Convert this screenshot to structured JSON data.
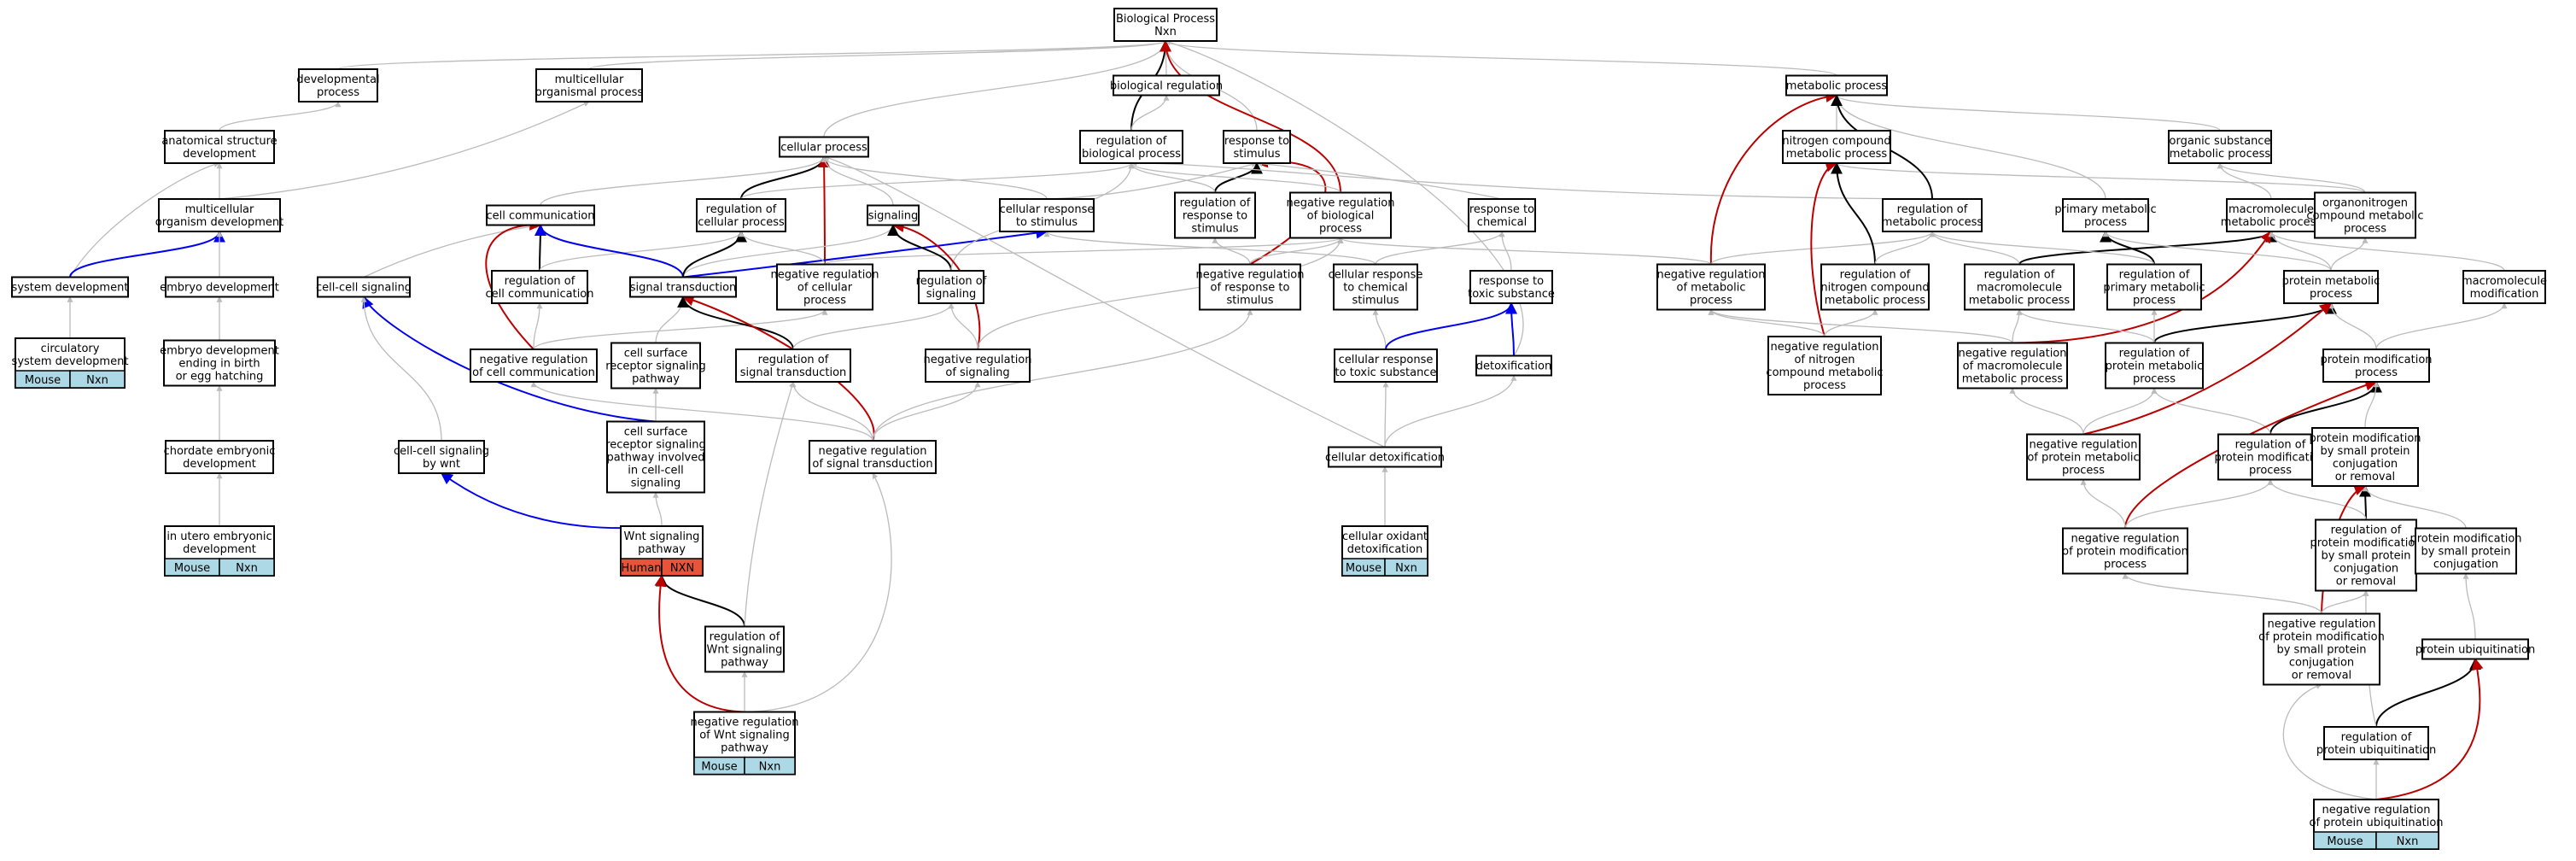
{
  "colors": {
    "is_a": "#bbbbbb",
    "part_of": "#000000",
    "regulates": "#0000ee",
    "negatively_regulates": "#bb0000",
    "mouse_tag": "#add8e6",
    "human_tag": "#e8543a"
  },
  "nodes": [
    {
      "id": "bp",
      "lines": [
        "Biological Process",
        "Nxn"
      ]
    },
    {
      "id": "devp",
      "lines": [
        "developmental",
        "process"
      ]
    },
    {
      "id": "mop",
      "lines": [
        "multicellular",
        "organismal process"
      ]
    },
    {
      "id": "biolreg",
      "lines": [
        "biological regulation"
      ]
    },
    {
      "id": "metab",
      "lines": [
        "metabolic process"
      ]
    },
    {
      "id": "asd",
      "lines": [
        "anatomical structure",
        "development"
      ]
    },
    {
      "id": "cellproc",
      "lines": [
        "cellular process"
      ]
    },
    {
      "id": "regbio",
      "lines": [
        "regulation of",
        "biological process"
      ]
    },
    {
      "id": "resp",
      "lines": [
        "response to",
        "stimulus"
      ]
    },
    {
      "id": "ncmp",
      "lines": [
        "nitrogen compound",
        "metabolic process"
      ]
    },
    {
      "id": "osmp",
      "lines": [
        "organic substance",
        "metabolic process"
      ]
    },
    {
      "id": "mod",
      "lines": [
        "multicellular",
        "organism development"
      ]
    },
    {
      "id": "cellcomm",
      "lines": [
        "cell communication"
      ]
    },
    {
      "id": "regcp",
      "lines": [
        "regulation of",
        "cellular process"
      ]
    },
    {
      "id": "signaling",
      "lines": [
        "signaling"
      ]
    },
    {
      "id": "crs",
      "lines": [
        "cellular response",
        "to stimulus"
      ]
    },
    {
      "id": "regresp",
      "lines": [
        "regulation of",
        "response to",
        "stimulus"
      ]
    },
    {
      "id": "nrbp",
      "lines": [
        "negative regulation",
        "of biological",
        "process"
      ]
    },
    {
      "id": "rtc",
      "lines": [
        "response to",
        "chemical"
      ]
    },
    {
      "id": "regmp",
      "lines": [
        "regulation of",
        "metabolic process"
      ]
    },
    {
      "id": "pmp",
      "lines": [
        "primary metabolic",
        "process"
      ]
    },
    {
      "id": "macromp",
      "lines": [
        "macromolecule",
        "metabolic process"
      ]
    },
    {
      "id": "ocmp",
      "lines": [
        "organonitrogen",
        "compound metabolic",
        "process"
      ]
    },
    {
      "id": "sysdev",
      "lines": [
        "system development"
      ]
    },
    {
      "id": "embdev",
      "lines": [
        "embryo development"
      ]
    },
    {
      "id": "ccsig",
      "lines": [
        "cell-cell signaling"
      ]
    },
    {
      "id": "regcc",
      "lines": [
        "regulation of",
        "cell communication"
      ]
    },
    {
      "id": "sigtrans",
      "lines": [
        "signal transduction"
      ]
    },
    {
      "id": "nrcp",
      "lines": [
        "negative regulation",
        "of cellular",
        "process"
      ]
    },
    {
      "id": "regsig",
      "lines": [
        "regulation of",
        "signaling"
      ]
    },
    {
      "id": "nrrs",
      "lines": [
        "negative regulation",
        "of response to",
        "stimulus"
      ]
    },
    {
      "id": "crcs",
      "lines": [
        "cellular response",
        "to chemical",
        "stimulus"
      ]
    },
    {
      "id": "rtts",
      "lines": [
        "response to",
        "toxic substance"
      ]
    },
    {
      "id": "nrmp",
      "lines": [
        "negative regulation",
        "of metabolic",
        "process"
      ]
    },
    {
      "id": "regncmp",
      "lines": [
        "regulation of",
        "nitrogen compound",
        "metabolic process"
      ]
    },
    {
      "id": "regmmp",
      "lines": [
        "regulation of",
        "macromolecule",
        "metabolic process"
      ]
    },
    {
      "id": "regpmp",
      "lines": [
        "regulation of",
        "primary metabolic",
        "process"
      ]
    },
    {
      "id": "protmp",
      "lines": [
        "protein metabolic",
        "process"
      ]
    },
    {
      "id": "mmod",
      "lines": [
        "macromolecule",
        "modification"
      ]
    },
    {
      "id": "csd",
      "lines": [
        "circulatory",
        "system development"
      ],
      "tags": [
        {
          "label": "Mouse",
          "kind": "mouse"
        },
        {
          "label": "Nxn",
          "kind": "mouse"
        }
      ]
    },
    {
      "id": "edeb",
      "lines": [
        "embryo development",
        "ending in birth",
        "or egg hatching"
      ]
    },
    {
      "id": "nrcc",
      "lines": [
        "negative regulation",
        "of cell communication"
      ]
    },
    {
      "id": "csrsp",
      "lines": [
        "cell surface",
        "receptor signaling",
        "pathway"
      ]
    },
    {
      "id": "regst",
      "lines": [
        "regulation of",
        "signal transduction"
      ]
    },
    {
      "id": "nrsig",
      "lines": [
        "negative regulation",
        "of signaling"
      ]
    },
    {
      "id": "crts",
      "lines": [
        "cellular response",
        "to toxic substance"
      ]
    },
    {
      "id": "detox",
      "lines": [
        "detoxification"
      ]
    },
    {
      "id": "nrncmp",
      "lines": [
        "negative regulation",
        "of nitrogen",
        "compound metabolic",
        "process"
      ]
    },
    {
      "id": "nrmmp",
      "lines": [
        "negative regulation",
        "of macromolecule",
        "metabolic process"
      ]
    },
    {
      "id": "regprotmp",
      "lines": [
        "regulation of",
        "protein metabolic",
        "process"
      ]
    },
    {
      "id": "pmodp",
      "lines": [
        "protein modification",
        "process"
      ]
    },
    {
      "id": "ced",
      "lines": [
        "chordate embryonic",
        "development"
      ]
    },
    {
      "id": "ccswnt",
      "lines": [
        "cell-cell signaling",
        "by wnt"
      ]
    },
    {
      "id": "csrspcc",
      "lines": [
        "cell surface",
        "receptor signaling",
        "pathway involved",
        "in cell-cell",
        "signaling"
      ]
    },
    {
      "id": "nrst",
      "lines": [
        "negative regulation",
        "of signal transduction"
      ]
    },
    {
      "id": "celldetox",
      "lines": [
        "cellular detoxification"
      ]
    },
    {
      "id": "nrprotmp",
      "lines": [
        "negative regulation",
        "of protein metabolic",
        "process"
      ]
    },
    {
      "id": "regpmodp",
      "lines": [
        "regulation of",
        "protein modification",
        "process"
      ]
    },
    {
      "id": "pmcr",
      "lines": [
        "protein modification",
        "by small protein",
        "conjugation",
        "or removal"
      ]
    },
    {
      "id": "iued",
      "lines": [
        "in utero embryonic",
        "development"
      ],
      "tags": [
        {
          "label": "Mouse",
          "kind": "mouse"
        },
        {
          "label": "Nxn",
          "kind": "mouse"
        }
      ]
    },
    {
      "id": "wnt",
      "lines": [
        "Wnt signaling",
        "pathway"
      ],
      "tags": [
        {
          "label": "Human",
          "kind": "human"
        },
        {
          "label": "NXN",
          "kind": "human"
        }
      ]
    },
    {
      "id": "cod",
      "lines": [
        "cellular oxidant",
        "detoxification"
      ],
      "tags": [
        {
          "label": "Mouse",
          "kind": "mouse"
        },
        {
          "label": "Nxn",
          "kind": "mouse"
        }
      ]
    },
    {
      "id": "nrpmodp",
      "lines": [
        "negative regulation",
        "of protein modification",
        "process"
      ]
    },
    {
      "id": "regpmcr",
      "lines": [
        "regulation of",
        "protein modification",
        "by small protein",
        "conjugation",
        "or removal"
      ]
    },
    {
      "id": "pmspc",
      "lines": [
        "protein modification",
        "by small protein",
        "conjugation"
      ]
    },
    {
      "id": "regwnt",
      "lines": [
        "regulation of",
        "Wnt signaling",
        "pathway"
      ]
    },
    {
      "id": "nrpmcr",
      "lines": [
        "negative regulation",
        "of protein modification",
        "by small protein",
        "conjugation",
        "or removal"
      ]
    },
    {
      "id": "pubiq",
      "lines": [
        "protein ubiquitination"
      ]
    },
    {
      "id": "nrwnt",
      "lines": [
        "negative regulation",
        "of Wnt signaling",
        "pathway"
      ],
      "tags": [
        {
          "label": "Mouse",
          "kind": "mouse"
        },
        {
          "label": "Nxn",
          "kind": "mouse"
        }
      ]
    },
    {
      "id": "regpubiq",
      "lines": [
        "regulation of",
        "protein ubiquitination"
      ]
    },
    {
      "id": "nrpubiq",
      "lines": [
        "negative regulation",
        "of protein ubiquitination"
      ],
      "tags": [
        {
          "label": "Mouse",
          "kind": "mouse"
        },
        {
          "label": "Nxn",
          "kind": "mouse"
        }
      ]
    }
  ],
  "edges": [
    [
      "devp",
      "bp",
      "is_a"
    ],
    [
      "mop",
      "bp",
      "is_a"
    ],
    [
      "biolreg",
      "bp",
      "is_a"
    ],
    [
      "metab",
      "bp",
      "is_a"
    ],
    [
      "cellproc",
      "bp",
      "is_a"
    ],
    [
      "regbio",
      "bp",
      "part_of"
    ],
    [
      "resp",
      "bp",
      "is_a"
    ],
    [
      "nrbp",
      "bp",
      "negatively_regulates"
    ],
    [
      "detox",
      "bp",
      "is_a"
    ],
    [
      "regbio",
      "biolreg",
      "is_a"
    ],
    [
      "asd",
      "devp",
      "is_a"
    ],
    [
      "mod",
      "mop",
      "is_a"
    ],
    [
      "mod",
      "asd",
      "is_a"
    ],
    [
      "sysdev",
      "asd",
      "is_a"
    ],
    [
      "sysdev",
      "mod",
      "regulates"
    ],
    [
      "csd",
      "sysdev",
      "is_a"
    ],
    [
      "embdev",
      "mod",
      "is_a"
    ],
    [
      "edeb",
      "embdev",
      "is_a"
    ],
    [
      "ced",
      "edeb",
      "is_a"
    ],
    [
      "iued",
      "ced",
      "is_a"
    ],
    [
      "cellcomm",
      "cellproc",
      "is_a"
    ],
    [
      "regcp",
      "cellproc",
      "part_of"
    ],
    [
      "regcp",
      "regbio",
      "is_a"
    ],
    [
      "nrcp",
      "cellproc",
      "negatively_regulates"
    ],
    [
      "signaling",
      "cellproc",
      "is_a"
    ],
    [
      "crs",
      "cellproc",
      "is_a"
    ],
    [
      "crs",
      "resp",
      "is_a"
    ],
    [
      "regresp",
      "resp",
      "part_of"
    ],
    [
      "regresp",
      "regbio",
      "is_a"
    ],
    [
      "nrrs",
      "resp",
      "negatively_regulates"
    ],
    [
      "nrbp",
      "regbio",
      "is_a"
    ],
    [
      "rtc",
      "resp",
      "is_a"
    ],
    [
      "ccsig",
      "cellcomm",
      "is_a"
    ],
    [
      "regcc",
      "cellcomm",
      "part_of"
    ],
    [
      "regcc",
      "regcp",
      "is_a"
    ],
    [
      "sigtrans",
      "cellcomm",
      "regulates"
    ],
    [
      "sigtrans",
      "signaling",
      "is_a"
    ],
    [
      "sigtrans",
      "regcp",
      "part_of"
    ],
    [
      "sigtrans",
      "crs",
      "regulates"
    ],
    [
      "nrcp",
      "regcp",
      "is_a"
    ],
    [
      "nrcp",
      "nrbp",
      "is_a"
    ],
    [
      "regsig",
      "signaling",
      "part_of"
    ],
    [
      "regsig",
      "regbio",
      "is_a"
    ],
    [
      "nrsig",
      "signaling",
      "negatively_regulates"
    ],
    [
      "nrsig",
      "regsig",
      "is_a"
    ],
    [
      "nrsig",
      "nrbp",
      "is_a"
    ],
    [
      "nrrs",
      "regresp",
      "is_a"
    ],
    [
      "nrrs",
      "nrbp",
      "is_a"
    ],
    [
      "crcs",
      "crs",
      "is_a"
    ],
    [
      "crcs",
      "rtc",
      "is_a"
    ],
    [
      "rtts",
      "rtc",
      "is_a"
    ],
    [
      "crts",
      "crcs",
      "is_a"
    ],
    [
      "crts",
      "rtts",
      "regulates"
    ],
    [
      "detox",
      "rtts",
      "regulates"
    ],
    [
      "celldetox",
      "crts",
      "is_a"
    ],
    [
      "celldetox",
      "detox",
      "is_a"
    ],
    [
      "celldetox",
      "cellproc",
      "is_a"
    ],
    [
      "cod",
      "celldetox",
      "is_a"
    ],
    [
      "nrcc",
      "regcc",
      "is_a"
    ],
    [
      "nrcc",
      "cellcomm",
      "negatively_regulates"
    ],
    [
      "nrcc",
      "nrcp",
      "is_a"
    ],
    [
      "csrsp",
      "sigtrans",
      "is_a"
    ],
    [
      "regst",
      "sigtrans",
      "part_of"
    ],
    [
      "regst",
      "regsig",
      "is_a"
    ],
    [
      "nrst",
      "sigtrans",
      "negatively_regulates"
    ],
    [
      "nrst",
      "regst",
      "is_a"
    ],
    [
      "nrst",
      "nrsig",
      "is_a"
    ],
    [
      "nrst",
      "nrcc",
      "is_a"
    ],
    [
      "nrst",
      "nrrs",
      "is_a"
    ],
    [
      "csrspcc",
      "csrsp",
      "is_a"
    ],
    [
      "csrspcc",
      "ccsig",
      "regulates"
    ],
    [
      "ccswnt",
      "ccsig",
      "is_a"
    ],
    [
      "wnt",
      "csrspcc",
      "is_a"
    ],
    [
      "wnt",
      "ccswnt",
      "regulates"
    ],
    [
      "regwnt",
      "wnt",
      "part_of"
    ],
    [
      "regwnt",
      "regst",
      "is_a"
    ],
    [
      "nrwnt",
      "wnt",
      "negatively_regulates"
    ],
    [
      "nrwnt",
      "regwnt",
      "is_a"
    ],
    [
      "nrwnt",
      "nrst",
      "is_a"
    ],
    [
      "ncmp",
      "metab",
      "is_a"
    ],
    [
      "osmp",
      "metab",
      "is_a"
    ],
    [
      "pmp",
      "metab",
      "is_a"
    ],
    [
      "macromp",
      "osmp",
      "is_a"
    ],
    [
      "ocmp",
      "osmp",
      "is_a"
    ],
    [
      "ocmp",
      "ncmp",
      "is_a"
    ],
    [
      "regmp",
      "metab",
      "part_of"
    ],
    [
      "regmp",
      "regbio",
      "is_a"
    ],
    [
      "nrmp",
      "metab",
      "negatively_regulates"
    ],
    [
      "nrmp",
      "regmp",
      "is_a"
    ],
    [
      "nrmp",
      "nrbp",
      "is_a"
    ],
    [
      "regncmp",
      "ncmp",
      "part_of"
    ],
    [
      "regncmp",
      "regmp",
      "is_a"
    ],
    [
      "nrncmp",
      "ncmp",
      "negatively_regulates"
    ],
    [
      "nrncmp",
      "regncmp",
      "is_a"
    ],
    [
      "nrncmp",
      "nrmp",
      "is_a"
    ],
    [
      "regmmp",
      "macromp",
      "part_of"
    ],
    [
      "regmmp",
      "regmp",
      "is_a"
    ],
    [
      "nrmmp",
      "macromp",
      "negatively_regulates"
    ],
    [
      "nrmmp",
      "regmmp",
      "is_a"
    ],
    [
      "nrmmp",
      "nrmp",
      "is_a"
    ],
    [
      "regpmp",
      "pmp",
      "part_of"
    ],
    [
      "regpmp",
      "regmp",
      "is_a"
    ],
    [
      "protmp",
      "macromp",
      "is_a"
    ],
    [
      "protmp",
      "pmp",
      "is_a"
    ],
    [
      "protmp",
      "ocmp",
      "is_a"
    ],
    [
      "mmod",
      "macromp",
      "is_a"
    ],
    [
      "regprotmp",
      "protmp",
      "part_of"
    ],
    [
      "regprotmp",
      "regmmp",
      "is_a"
    ],
    [
      "regprotmp",
      "regpmp",
      "is_a"
    ],
    [
      "pmodp",
      "protmp",
      "is_a"
    ],
    [
      "pmodp",
      "mmod",
      "is_a"
    ],
    [
      "nrprotmp",
      "protmp",
      "negatively_regulates"
    ],
    [
      "nrprotmp",
      "regprotmp",
      "is_a"
    ],
    [
      "nrprotmp",
      "nrmmp",
      "is_a"
    ],
    [
      "regpmodp",
      "pmodp",
      "part_of"
    ],
    [
      "regpmodp",
      "regprotmp",
      "is_a"
    ],
    [
      "nrpmodp",
      "pmodp",
      "negatively_regulates"
    ],
    [
      "nrpmodp",
      "regpmodp",
      "is_a"
    ],
    [
      "nrpmodp",
      "nrprotmp",
      "is_a"
    ],
    [
      "pmcr",
      "pmodp",
      "is_a"
    ],
    [
      "regpmcr",
      "pmcr",
      "part_of"
    ],
    [
      "regpmcr",
      "regpmodp",
      "is_a"
    ],
    [
      "pmspc",
      "pmcr",
      "is_a"
    ],
    [
      "nrpmcr",
      "pmcr",
      "negatively_regulates"
    ],
    [
      "nrpmcr",
      "regpmcr",
      "is_a"
    ],
    [
      "nrpmcr",
      "nrpmodp",
      "is_a"
    ],
    [
      "pubiq",
      "pmspc",
      "is_a"
    ],
    [
      "regpubiq",
      "pubiq",
      "part_of"
    ],
    [
      "regpubiq",
      "regpmcr",
      "is_a"
    ],
    [
      "nrpubiq",
      "pubiq",
      "negatively_regulates"
    ],
    [
      "nrpubiq",
      "regpubiq",
      "is_a"
    ],
    [
      "nrpubiq",
      "nrpmcr",
      "is_a"
    ]
  ]
}
